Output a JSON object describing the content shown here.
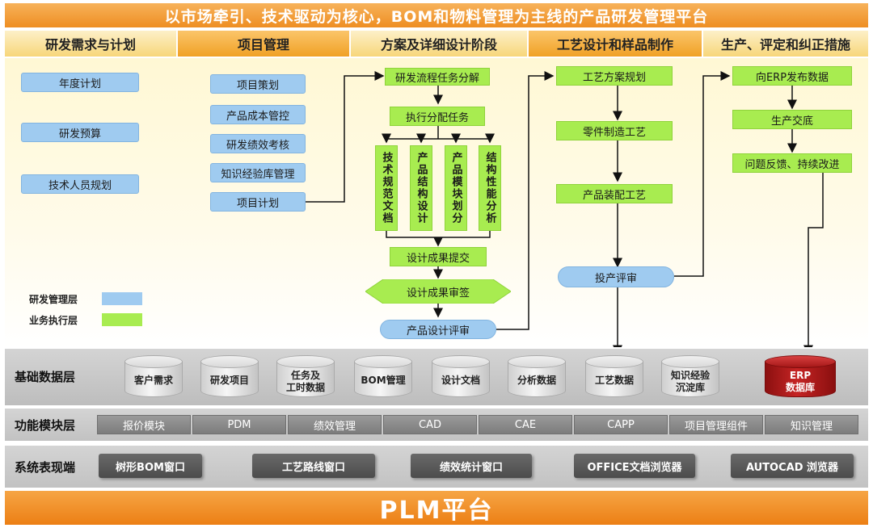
{
  "title": "以市场牵引、技术驱动为核心，BOM和物料管理为主线的产品研发管理平台",
  "phases": [
    "研发需求与计划",
    "项目管理",
    "方案及详细设计阶段",
    "工艺设计和样品制作",
    "生产、评定和纠正措施"
  ],
  "col1": [
    "年度计划",
    "研发预算",
    "技术人员规划"
  ],
  "col2": [
    "项目策划",
    "产品成本管控",
    "研发绩效考核",
    "知识经验库管理",
    "项目计划"
  ],
  "col3": {
    "task_decompose": "研发流程任务分解",
    "assign_task": "执行分配任务",
    "verticals": [
      "技术规范文档",
      "产品结构设计",
      "产品模块划分",
      "结构性能分析"
    ],
    "submit": "设计成果提交",
    "signoff": "设计成果审签",
    "review": "产品设计评审"
  },
  "col4": {
    "process_plan": "工艺方案规划",
    "part_process": "零件制造工艺",
    "assembly_process": "产品装配工艺",
    "production_review": "投产评审"
  },
  "col5": {
    "erp_publish": "向ERP发布数据",
    "production": "生产交底",
    "feedback": "问题反馈、持续改进"
  },
  "legend": [
    {
      "label": "研发管理层",
      "color": "#9fcbf0"
    },
    {
      "label": "业务执行层",
      "color": "#a8ec50"
    }
  ],
  "data_layer": {
    "label": "基础数据层",
    "items": [
      "客户需求",
      "研发项目",
      "任务及\n工时数据",
      "BOM管理",
      "设计文档",
      "分析数据",
      "工艺数据",
      "知识经验\n沉淀库"
    ],
    "erp": "ERP\n数据库"
  },
  "func_layer": {
    "label": "功能模块层",
    "items": [
      "报价模块",
      "PDM",
      "绩效管理",
      "CAD",
      "CAE",
      "CAPP",
      "项目管理组件",
      "知识管理"
    ]
  },
  "sys_layer": {
    "label": "系统表现端",
    "items": [
      "树形BOM窗口",
      "工艺路线窗口",
      "绩效统计窗口",
      "OFFICE文档浏览器",
      "AUTOCAD 浏览器"
    ]
  },
  "platform": "PLM平台"
}
